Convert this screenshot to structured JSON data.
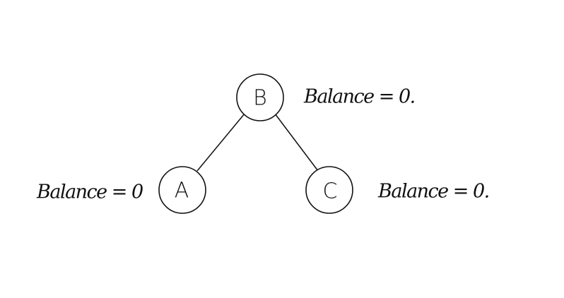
{
  "diagram": {
    "nodes": [
      {
        "id": "B",
        "label": "B",
        "balance_text": "Balance = 0."
      },
      {
        "id": "A",
        "label": "A",
        "balance_text": "Balance = 0"
      },
      {
        "id": "C",
        "label": "C",
        "balance_text": "Balance = 0."
      }
    ],
    "edges": [
      {
        "from": "B",
        "to": "A"
      },
      {
        "from": "B",
        "to": "C"
      }
    ]
  }
}
